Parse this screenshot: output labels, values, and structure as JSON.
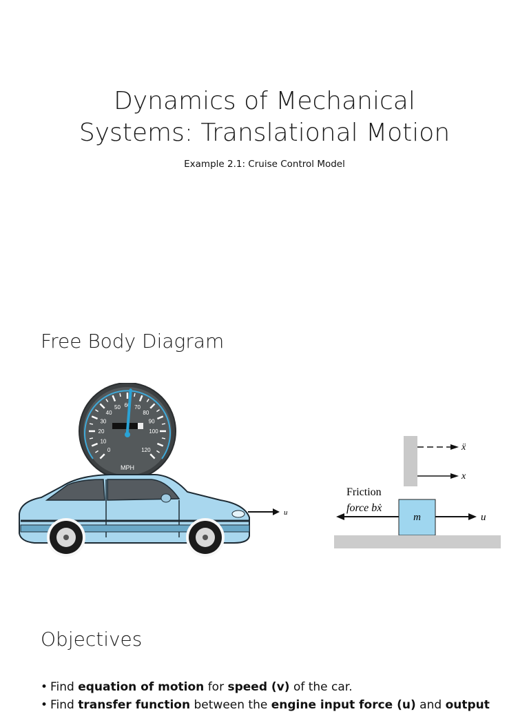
{
  "title_lines": [
    "Dynamics of Mechanical",
    "Systems: Translational Motion"
  ],
  "subtitle": "Example 2.1: Cruise Control Model",
  "sections": {
    "free_body": "Free Body Diagram",
    "objectives": "Objectives"
  },
  "speedometer": {
    "numbers": [
      "0",
      "10",
      "20",
      "30",
      "40",
      "50",
      "60",
      "70",
      "80",
      "90",
      "100",
      "120"
    ],
    "unit": "MPH",
    "needle_mph": 62
  },
  "car_figure": {
    "force_label": "u"
  },
  "fbd": {
    "acc_label": "ẍ",
    "pos_label": "x",
    "friction_line1": "Friction",
    "friction_line2": "force bẋ",
    "mass_label": "m",
    "force_label": "u"
  },
  "objectives": [
    [
      {
        "t": "Find "
      },
      {
        "t": "equation of motion",
        "b": true
      },
      {
        "t": " for "
      },
      {
        "t": "speed (v)",
        "b": true
      },
      {
        "t": " of the car."
      }
    ],
    [
      {
        "t": "Find "
      },
      {
        "t": "transfer function",
        "b": true
      },
      {
        "t": " between the "
      },
      {
        "t": "engine input force (u)",
        "b": true
      },
      {
        "t": " and "
      },
      {
        "t": "output",
        "b": true
      }
    ]
  ],
  "colors": {
    "car_body": "#a9d7ee",
    "gauge": "#4f5355",
    "needle": "#2a9fd0",
    "mass_block": "#9fd6ef",
    "ground": "#cccccc"
  }
}
